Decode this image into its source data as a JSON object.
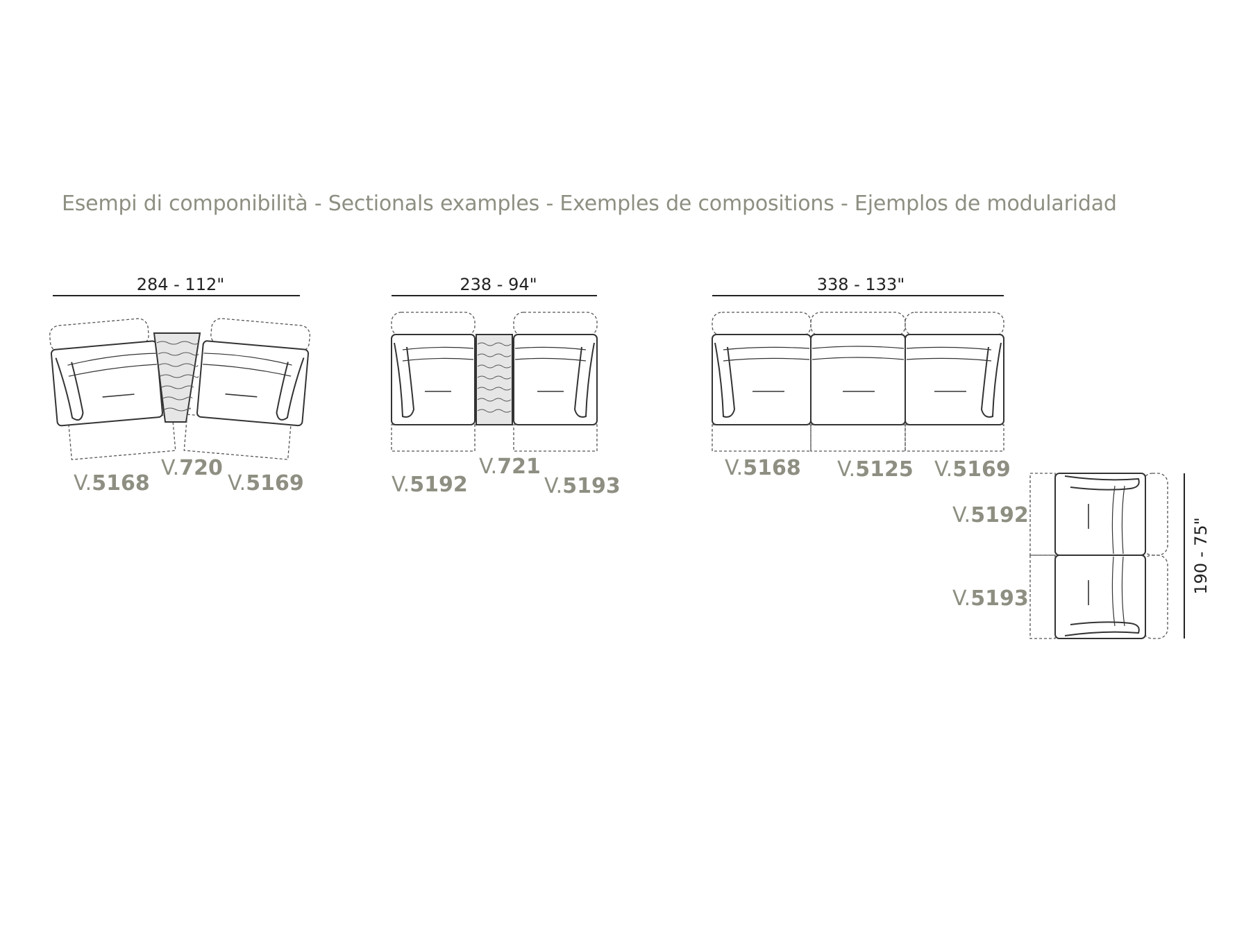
{
  "heading": "Esempi di componibilità  -  Sectionals examples - Exemples de compositions - Ejemplos de modularidad",
  "compositions": [
    {
      "dimension": "284 - 112\"",
      "modules": [
        {
          "prefix": "V.",
          "code": "5168"
        },
        {
          "prefix": "V.",
          "code": "720"
        },
        {
          "prefix": "V.",
          "code": "5169"
        }
      ]
    },
    {
      "dimension": "238 - 94\"",
      "modules": [
        {
          "prefix": "V.",
          "code": "5192"
        },
        {
          "prefix": "V.",
          "code": "721"
        },
        {
          "prefix": "V.",
          "code": "5193"
        }
      ]
    },
    {
      "dimension": "338 - 133\"",
      "modules": [
        {
          "prefix": "V.",
          "code": "5168"
        },
        {
          "prefix": "V.",
          "code": "5125"
        },
        {
          "prefix": "V.",
          "code": "5169"
        }
      ]
    },
    {
      "dimension": "190 - 75\"",
      "modules": [
        {
          "prefix": "V.",
          "code": "5192"
        },
        {
          "prefix": "V.",
          "code": "5193"
        }
      ]
    }
  ]
}
